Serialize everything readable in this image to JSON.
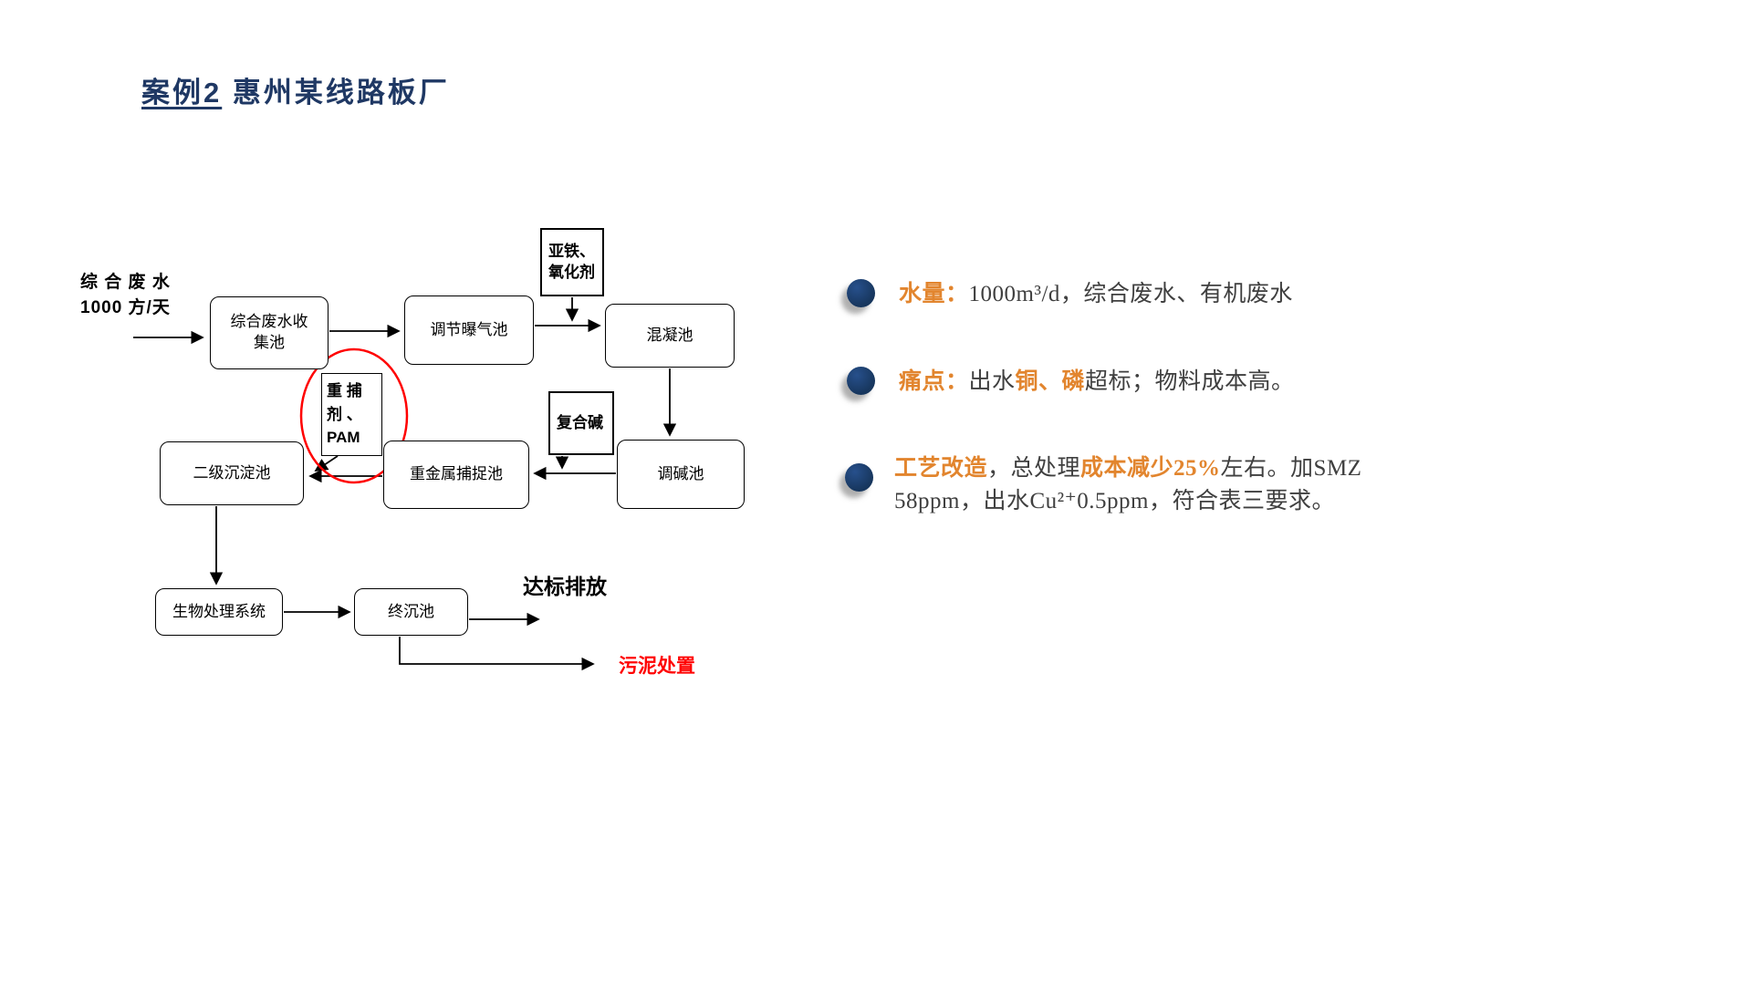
{
  "title": {
    "underlined": "案例2",
    "rest": " 惠州某线路板厂"
  },
  "diagram": {
    "influent_label": "综 合 废 水\n1000 方/天",
    "boxes": {
      "collection": "综合废水收\n集池",
      "aeration": "调节曝气池",
      "ferrous": "亚铁、\n氧化剂",
      "coagulation": "混凝池",
      "alkali": "复合碱",
      "alkali_adjust": "调碱池",
      "capture": "重金属捕捉池",
      "pam": "重 捕\n剂 、\nPAM",
      "secondary_sed": "二级沉淀池",
      "bio": "生物处理系统",
      "final_sed": "终沉池"
    },
    "outputs": {
      "discharge": "达标排放",
      "sludge": "污泥处置"
    },
    "highlight_color": "#FF0000"
  },
  "bullets": [
    {
      "segments": [
        {
          "text": "水量："
        },
        {
          "text": "1000m³/d，综合废水、有机废水"
        }
      ]
    },
    {
      "segments": [
        {
          "text": "痛点："
        },
        {
          "text": "出水"
        },
        {
          "text": "铜、磷"
        },
        {
          "text": "超标；物料成本高。"
        }
      ]
    },
    {
      "segments": [
        {
          "text": "工艺改造"
        },
        {
          "text": "，总处理"
        },
        {
          "text": "成本减少25%"
        },
        {
          "text": "左右。加SMZ 58ppm，出水Cu²⁺0.5ppm，符合表三要求。"
        }
      ]
    }
  ],
  "colors": {
    "title_navy": "#1F3864",
    "accent_orange": "#E2852E",
    "alert_red": "#FF0000",
    "bullet_navy": "#17365D"
  }
}
